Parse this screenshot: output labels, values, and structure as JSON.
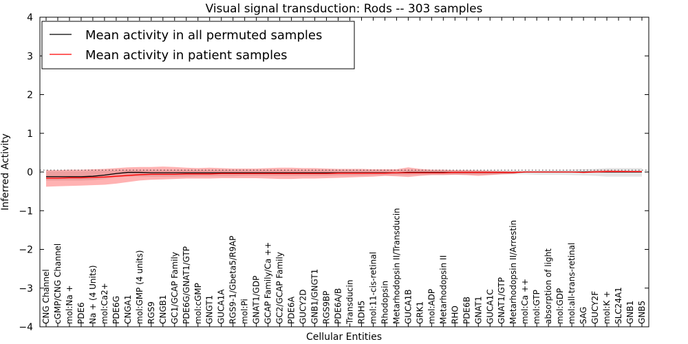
{
  "chart_data": {
    "type": "line",
    "title": "Visual signal transduction: Rods -- 303 samples",
    "xlabel": "Cellular Entities",
    "ylabel": "Inferred Activity",
    "ylim": [
      -4,
      4
    ],
    "yticks": [
      "4",
      "3",
      "2",
      "1",
      "0",
      "−1",
      "−2",
      "−3",
      "−4"
    ],
    "legend_position": "top-left",
    "categories": [
      "CNG Channel",
      "cGMP/CNG Channel",
      "mol:Na +",
      "PDE6",
      "Na + (4 Units)",
      "mol:Ca2+",
      "PDE6G",
      "CNGA1",
      "mol:GMP (4 units)",
      "RGS9",
      "CNGB1",
      "GC1/GCAP Family",
      "PDE6G/GNAT1/GTP",
      "mol:cGMP",
      "GNGT1",
      "GUCA1A",
      "RGS9-1/Gbeta5/R9AP",
      "mol:Pi",
      "GNAT1/GDP",
      "GCAP Family/Ca ++",
      "GC2/GCAP Family",
      "PDE6A",
      "GUCY2D",
      "GNB1/GNGT1",
      "RGS9BP",
      "PDE6A/B",
      "Transducin",
      "RDH5",
      "mol:11-cis-retinal",
      "Rhodopsin",
      "Metarhodopsin II/Transducin",
      "GUCA1B",
      "GRK1",
      "mol:ADP",
      "Metarhodopsin II",
      "RHO",
      "PDE6B",
      "GNAT1",
      "GUCA1C",
      "GNAT1/GTP",
      "Metarhodopsin II/Arrestin",
      "mol:Ca ++",
      "mol:GTP",
      "absorption of light",
      "mol:GDP",
      "mol:all-trans-retinal",
      "SAG",
      "GUCY2F",
      "mol:K +",
      "SLC24A1",
      "GNB1",
      "GNB5"
    ],
    "series": [
      {
        "name": "Mean activity in all permuted samples",
        "color": "#000000",
        "values": [
          -0.12,
          -0.12,
          -0.12,
          -0.12,
          -0.11,
          -0.08,
          -0.04,
          -0.01,
          -0.01,
          -0.02,
          -0.02,
          -0.02,
          -0.02,
          -0.02,
          -0.02,
          -0.02,
          -0.02,
          -0.02,
          -0.02,
          -0.02,
          -0.02,
          -0.02,
          -0.02,
          -0.02,
          -0.02,
          -0.02,
          -0.02,
          -0.02,
          -0.02,
          -0.02,
          -0.02,
          -0.01,
          -0.01,
          -0.01,
          -0.01,
          -0.01,
          -0.01,
          -0.01,
          -0.01,
          -0.01,
          -0.01,
          0.0,
          0.0,
          0.0,
          0.0,
          0.0,
          0.0,
          0.0,
          0.0,
          0.0,
          0.0,
          0.0
        ],
        "band_lower": [
          -0.22,
          -0.22,
          -0.22,
          -0.22,
          -0.21,
          -0.18,
          -0.14,
          -0.12,
          -0.12,
          -0.12,
          -0.12,
          -0.12,
          -0.12,
          -0.11,
          -0.11,
          -0.11,
          -0.11,
          -0.1,
          -0.1,
          -0.1,
          -0.1,
          -0.1,
          -0.1,
          -0.1,
          -0.1,
          -0.09,
          -0.09,
          -0.09,
          -0.08,
          -0.08,
          -0.08,
          -0.08,
          -0.07,
          -0.07,
          -0.07,
          -0.07,
          -0.07,
          -0.07,
          -0.07,
          -0.06,
          -0.06,
          -0.06,
          -0.07,
          -0.07,
          -0.07,
          -0.08,
          -0.09,
          -0.1,
          -0.12,
          -0.12,
          -0.12,
          -0.12
        ],
        "band_upper": [
          0.02,
          0.02,
          0.02,
          0.02,
          0.03,
          0.03,
          0.04,
          0.05,
          0.05,
          0.05,
          0.05,
          0.05,
          0.05,
          0.05,
          0.05,
          0.05,
          0.05,
          0.05,
          0.05,
          0.05,
          0.05,
          0.05,
          0.05,
          0.05,
          0.05,
          0.05,
          0.05,
          0.05,
          0.05,
          0.05,
          0.05,
          0.05,
          0.05,
          0.04,
          0.04,
          0.04,
          0.04,
          0.04,
          0.04,
          0.04,
          0.04,
          0.03,
          0.03,
          0.04,
          0.05,
          0.06,
          0.07,
          0.08,
          0.1,
          0.1,
          0.1,
          0.1
        ]
      },
      {
        "name": "Mean activity in patient samples",
        "color": "#ff0000",
        "values": [
          -0.16,
          -0.16,
          -0.15,
          -0.15,
          -0.14,
          -0.13,
          -0.11,
          -0.09,
          -0.07,
          -0.06,
          -0.06,
          -0.06,
          -0.05,
          -0.05,
          -0.05,
          -0.04,
          -0.04,
          -0.04,
          -0.04,
          -0.04,
          -0.04,
          -0.04,
          -0.04,
          -0.04,
          -0.04,
          -0.03,
          -0.03,
          -0.03,
          -0.03,
          -0.03,
          -0.02,
          -0.02,
          -0.02,
          -0.02,
          -0.02,
          -0.01,
          -0.01,
          -0.01,
          -0.01,
          -0.01,
          -0.01,
          0.0,
          0.0,
          0.0,
          0.0,
          0.0,
          -0.01,
          0.0,
          0.01,
          0.01,
          0.01,
          0.01
        ],
        "band_lower": [
          -0.38,
          -0.37,
          -0.36,
          -0.35,
          -0.34,
          -0.33,
          -0.3,
          -0.26,
          -0.22,
          -0.2,
          -0.19,
          -0.18,
          -0.17,
          -0.17,
          -0.17,
          -0.16,
          -0.16,
          -0.16,
          -0.16,
          -0.17,
          -0.18,
          -0.18,
          -0.17,
          -0.17,
          -0.16,
          -0.15,
          -0.14,
          -0.13,
          -0.12,
          -0.1,
          -0.11,
          -0.13,
          -0.1,
          -0.08,
          -0.08,
          -0.07,
          -0.08,
          -0.1,
          -0.08,
          -0.06,
          -0.05,
          -0.01,
          -0.01,
          -0.01,
          -0.01,
          -0.01,
          -0.02,
          -0.01,
          0.0,
          0.0,
          0.0,
          0.0
        ],
        "band_upper": [
          0.05,
          0.05,
          0.06,
          0.06,
          0.07,
          0.08,
          0.1,
          0.12,
          0.13,
          0.13,
          0.14,
          0.13,
          0.11,
          0.1,
          0.11,
          0.1,
          0.09,
          0.09,
          0.09,
          0.1,
          0.11,
          0.11,
          0.1,
          0.1,
          0.09,
          0.08,
          0.08,
          0.08,
          0.07,
          0.07,
          0.07,
          0.12,
          0.08,
          0.06,
          0.06,
          0.05,
          0.05,
          0.04,
          0.03,
          0.02,
          0.01,
          0.01,
          0.01,
          0.01,
          0.01,
          0.01,
          0.01,
          0.04,
          0.05,
          0.04,
          0.03,
          0.03
        ]
      }
    ]
  }
}
